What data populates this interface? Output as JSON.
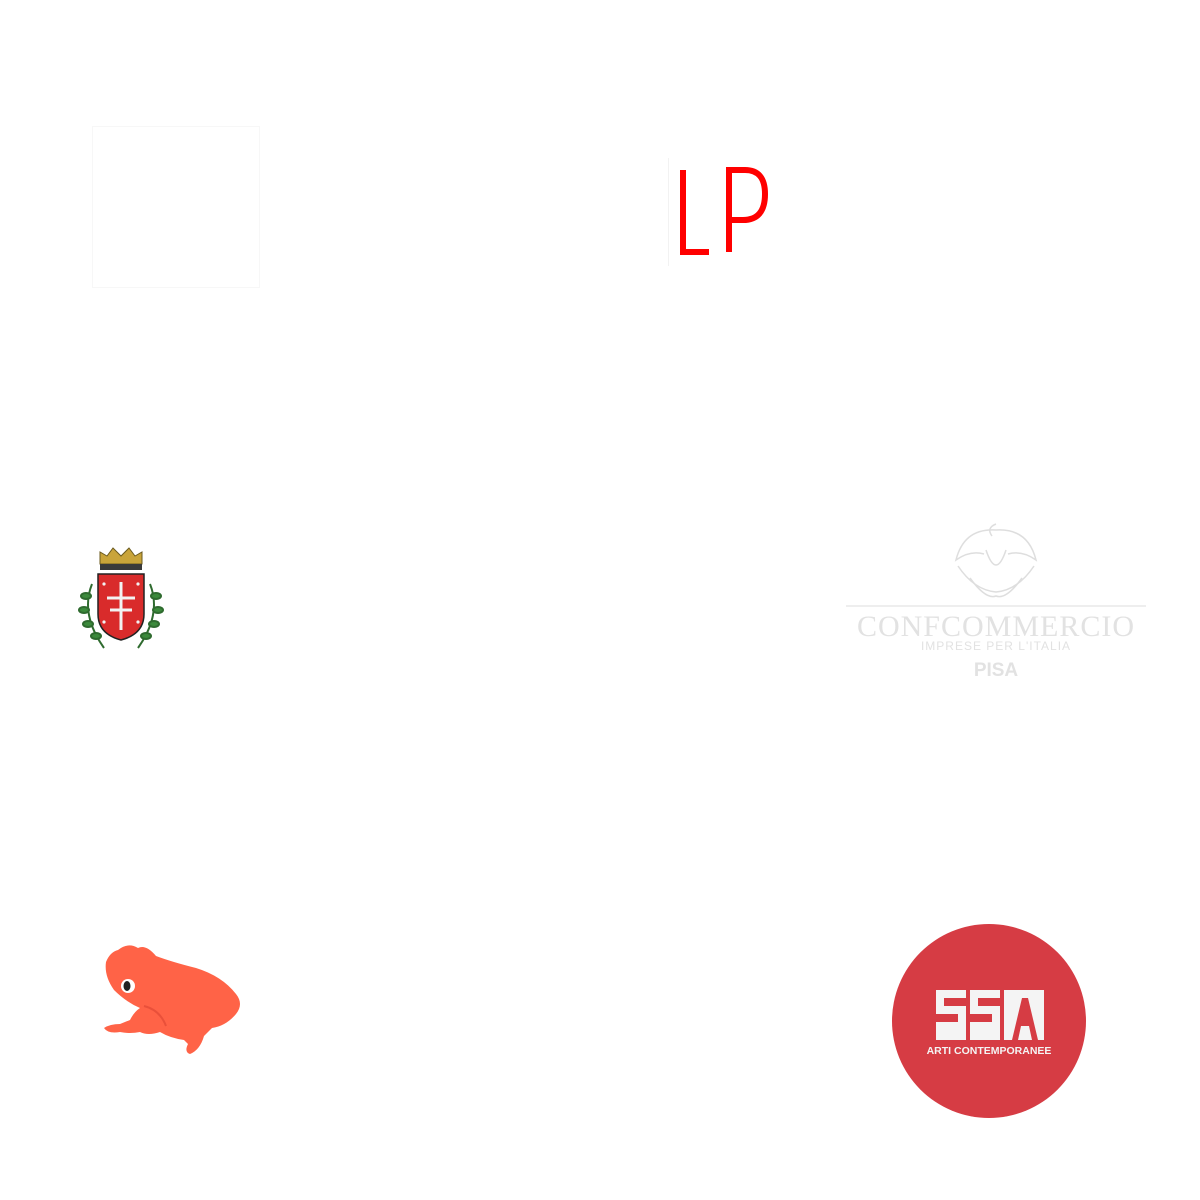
{
  "logos": {
    "lp": {
      "text": "LP",
      "color": "#ff0000"
    },
    "confcommercio": {
      "name": "CONFCOMMERCIO",
      "tagline": "IMPRESE PER L'ITALIA",
      "city": "PISA",
      "color": "#e2e2e2"
    },
    "pisa_crest": {
      "shield_color": "#d92b2b",
      "crown_color": "#c9a43a"
    },
    "frog": {
      "color": "#ff6347"
    },
    "ssa": {
      "letters": "SSA",
      "tagline": "ARTI CONTEMPORANEE",
      "color": "#d63c44"
    }
  }
}
